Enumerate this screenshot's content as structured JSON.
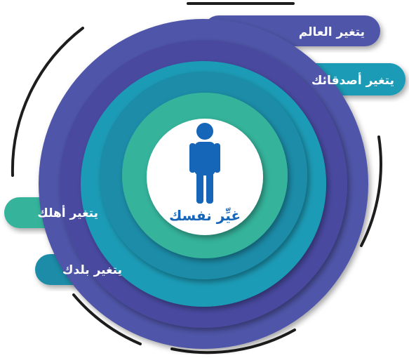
{
  "center": {
    "label": "غيِّر نفسك",
    "icon": "person-icon"
  },
  "labels": [
    {
      "key": "world",
      "text": "يتغير العالم"
    },
    {
      "key": "friends",
      "text": "يتغير أصدقائك"
    },
    {
      "key": "family",
      "text": "يتغير أهلك"
    },
    {
      "key": "country",
      "text": "يتغير بلدك"
    }
  ],
  "colors": {
    "ring_outer": "#5055A8",
    "ring_2": "#4A49A0",
    "ring_3": "#1B9BB6",
    "ring_4": "#1A8CA8",
    "ring_inner": "#35B39B",
    "center_fill": "#ffffff",
    "person": "#1565B8",
    "accent_lines": "#1d1d1d",
    "label_text": "#ffffff"
  }
}
